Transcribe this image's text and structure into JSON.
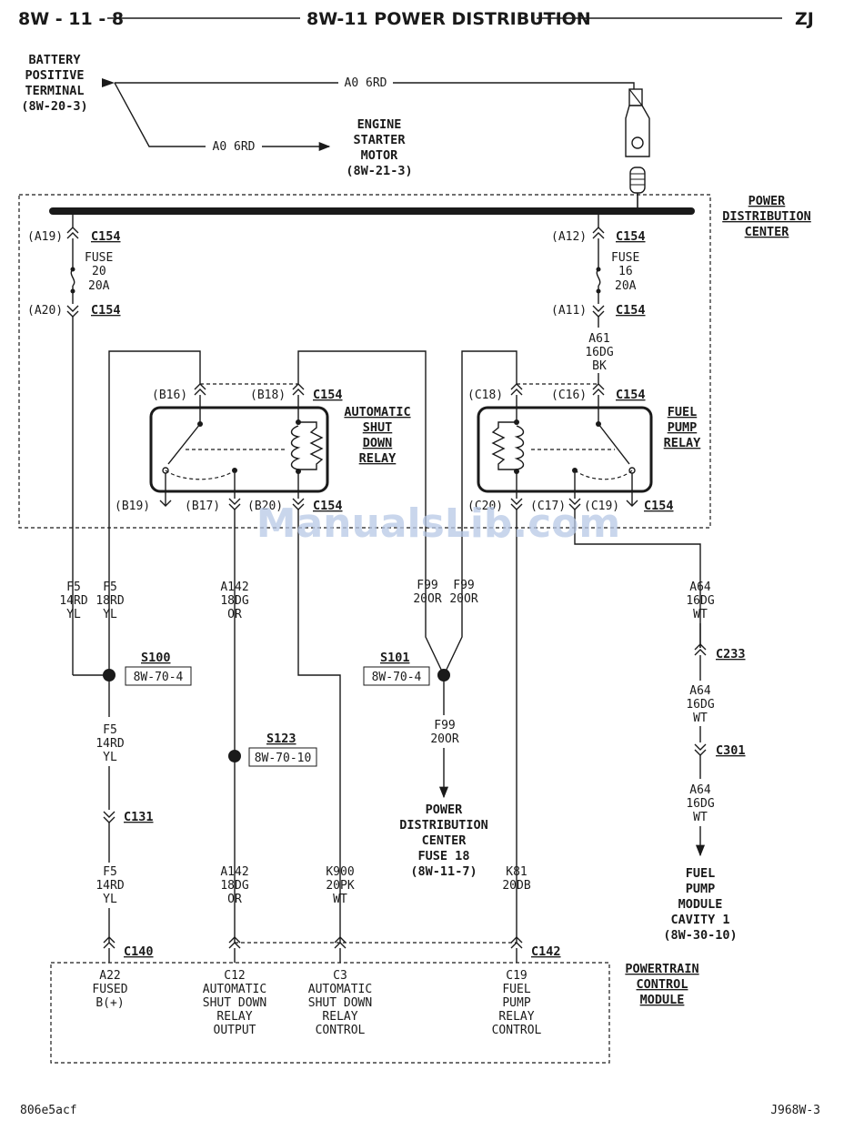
{
  "header": {
    "page": "8W - 11 - 8",
    "title": "8W-11 POWER DISTRIBUTION",
    "model": "ZJ"
  },
  "battery": {
    "l1": "BATTERY",
    "l2": "POSITIVE",
    "l3": "TERMINAL",
    "ref": "(8W-20-3)"
  },
  "starter": {
    "l1": "ENGINE",
    "l2": "STARTER",
    "l3": "MOTOR",
    "ref": "(8W-21-3)"
  },
  "wires": {
    "a0_top": "A0 6RD",
    "a0_starter": "A0 6RD",
    "f5a_1": "F5",
    "f5a_2": "14RD",
    "f5a_3": "YL",
    "f5b_1": "F5",
    "f5b_2": "18RD",
    "f5b_3": "YL",
    "f5c_1": "F5",
    "f5c_2": "14RD",
    "f5c_3": "YL",
    "f5d_1": "F5",
    "f5d_2": "14RD",
    "f5d_3": "YL",
    "a142a_1": "A142",
    "a142a_2": "18DG",
    "a142a_3": "OR",
    "a142b_1": "A142",
    "a142b_2": "18DG",
    "a142b_3": "OR",
    "k900_1": "K900",
    "k900_2": "20PK",
    "k900_3": "WT",
    "f99a_1": "F99",
    "f99a_2": "20OR",
    "f99b_1": "F99",
    "f99b_2": "20OR",
    "f99c_1": "F99",
    "f99c_2": "20OR",
    "k81_1": "K81",
    "k81_2": "20DB",
    "a61_1": "A61",
    "a61_2": "16DG",
    "a61_3": "BK",
    "a64a_1": "A64",
    "a64a_2": "16DG",
    "a64a_3": "WT",
    "a64b_1": "A64",
    "a64b_2": "16DG",
    "a64b_3": "WT",
    "a64c_1": "A64",
    "a64c_2": "16DG",
    "a64c_3": "WT"
  },
  "pdc": {
    "l1": "POWER",
    "l2": "DISTRIBUTION",
    "l3": "CENTER"
  },
  "fuses": {
    "f20_l1": "FUSE",
    "f20_l2": "20",
    "f20_l3": "20A",
    "f16_l1": "FUSE",
    "f16_l2": "16",
    "f16_l3": "20A"
  },
  "pins": {
    "a19": "(A19)",
    "a20": "(A20)",
    "a12": "(A12)",
    "a11": "(A11)",
    "b16": "(B16)",
    "b18": "(B18)",
    "b19": "(B19)",
    "b17": "(B17)",
    "b20": "(B20)",
    "c18": "(C18)",
    "c16": "(C16)",
    "c20": "(C20)",
    "c17": "(C17)",
    "c19": "(C19)"
  },
  "connectors": {
    "c154": "C154",
    "c131": "C131",
    "c140": "C140",
    "c142": "C142",
    "c233": "C233",
    "c301": "C301"
  },
  "asd_relay": {
    "l1": "AUTOMATIC",
    "l2": "SHUT",
    "l3": "DOWN",
    "l4": "RELAY"
  },
  "fuel_relay": {
    "l1": "FUEL",
    "l2": "PUMP",
    "l3": "RELAY"
  },
  "splices": {
    "s100": "S100",
    "s100_ref": "8W-70-4",
    "s101": "S101",
    "s101_ref": "8W-70-4",
    "s123": "S123",
    "s123_ref": "8W-70-10"
  },
  "pdc_fuse18": {
    "l1": "POWER",
    "l2": "DISTRIBUTION",
    "l3": "CENTER",
    "l4": "FUSE 18",
    "ref": "(8W-11-7)"
  },
  "fuel_module": {
    "l1": "FUEL",
    "l2": "PUMP",
    "l3": "MODULE",
    "l4": "CAVITY 1",
    "ref": "(8W-30-10)"
  },
  "pcm": {
    "l1": "POWERTRAIN",
    "l2": "CONTROL",
    "l3": "MODULE"
  },
  "pcm_pins": {
    "a22_1": "A22",
    "a22_2": "FUSED",
    "a22_3": "B(+)",
    "c12_1": "C12",
    "c12_2": "AUTOMATIC",
    "c12_3": "SHUT DOWN",
    "c12_4": "RELAY",
    "c12_5": "OUTPUT",
    "c3_1": "C3",
    "c3_2": "AUTOMATIC",
    "c3_3": "SHUT DOWN",
    "c3_4": "RELAY",
    "c3_5": "CONTROL",
    "c19_1": "C19",
    "c19_2": "FUEL",
    "c19_3": "PUMP",
    "c19_4": "RELAY",
    "c19_5": "CONTROL"
  },
  "footer": {
    "left": "806e5acf",
    "right": "J968W-3"
  },
  "watermark": "ManualsLib.com",
  "icons": {
    "battery_arrow": "arrow-right-icon",
    "terminal": "battery-terminal-icon",
    "fuse": "fuse-icon",
    "splice": "splice-dot-icon",
    "relay_coil": "relay-coil-icon"
  }
}
